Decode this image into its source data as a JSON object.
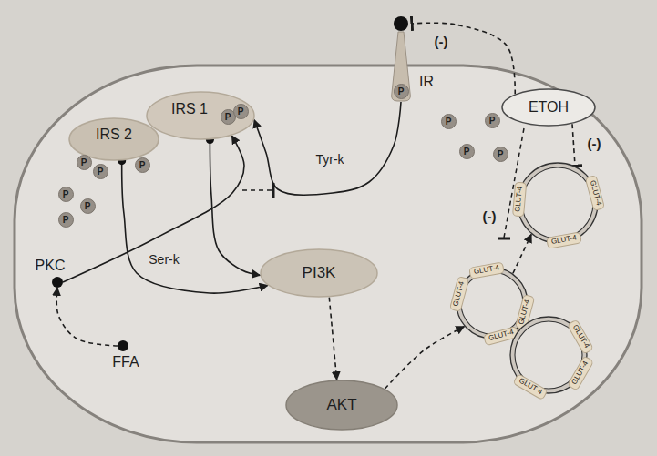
{
  "diagram": {
    "nodes": [
      {
        "text": [
          "IR"
        ]
      },
      {
        "text": [
          "P"
        ],
        "in": 0
      },
      {
        "text": [
          "ETOH"
        ]
      },
      {
        "text": [
          "IRS 2"
        ]
      },
      {
        "text": [
          "IRS 1"
        ]
      },
      {
        "text": [
          "P"
        ],
        "in": 4
      },
      {
        "text": [
          "P"
        ],
        "in": 4
      },
      {
        "text": [
          "P"
        ]
      },
      {
        "text": [
          "P"
        ]
      },
      {
        "text": [
          "P"
        ]
      },
      {
        "text": [
          "P"
        ]
      },
      {
        "text": [
          "P"
        ]
      },
      {
        "text": [
          "P"
        ]
      },
      {
        "text": [
          "P"
        ]
      },
      {
        "text": [
          "P"
        ]
      },
      {
        "text": [
          "P"
        ]
      },
      {
        "text": [
          "P"
        ]
      },
      {
        "text": [
          "GLUT-4",
          "GLUT-4",
          "GLUT-4"
        ]
      },
      {
        "text": [
          "PKC"
        ]
      },
      {
        "text": [
          "PI3K"
        ]
      },
      {
        "text": [
          "GLUT-4",
          "GLUT-4",
          "GLUT-4",
          "GLUT-4"
        ]
      },
      {
        "text": [
          "GLUT-4",
          "GLUT-4",
          "GLUT-4"
        ]
      },
      {
        "text": [
          "FFA"
        ]
      },
      {
        "text": [
          "AKT"
        ]
      }
    ],
    "edges": [
      {
        "from": 0,
        "to": 4,
        "label": "Tyr-k",
        "arrow": "to"
      },
      {
        "from": 4,
        "to": 19,
        "arrow": "to"
      },
      {
        "from": 3,
        "to": 19,
        "arrow": "to"
      },
      {
        "from": 18,
        "to": 4,
        "label": "Ser-k",
        "arrow": "to"
      },
      {
        "from": 22,
        "to": 18,
        "arrow": "to"
      },
      {
        "from": 19,
        "to": 23,
        "arrow": "to"
      },
      {
        "from": 23,
        "to": 20,
        "arrow": "to"
      },
      {
        "from": 20,
        "to": 17,
        "arrow": "to"
      },
      {
        "from": 2,
        "to": 0,
        "label": "(-)",
        "arrow": "to"
      },
      {
        "from": 2,
        "to": 17,
        "label": "(-)",
        "arrow": "to"
      }
    ],
    "labels": [
      "(-)"
    ]
  }
}
